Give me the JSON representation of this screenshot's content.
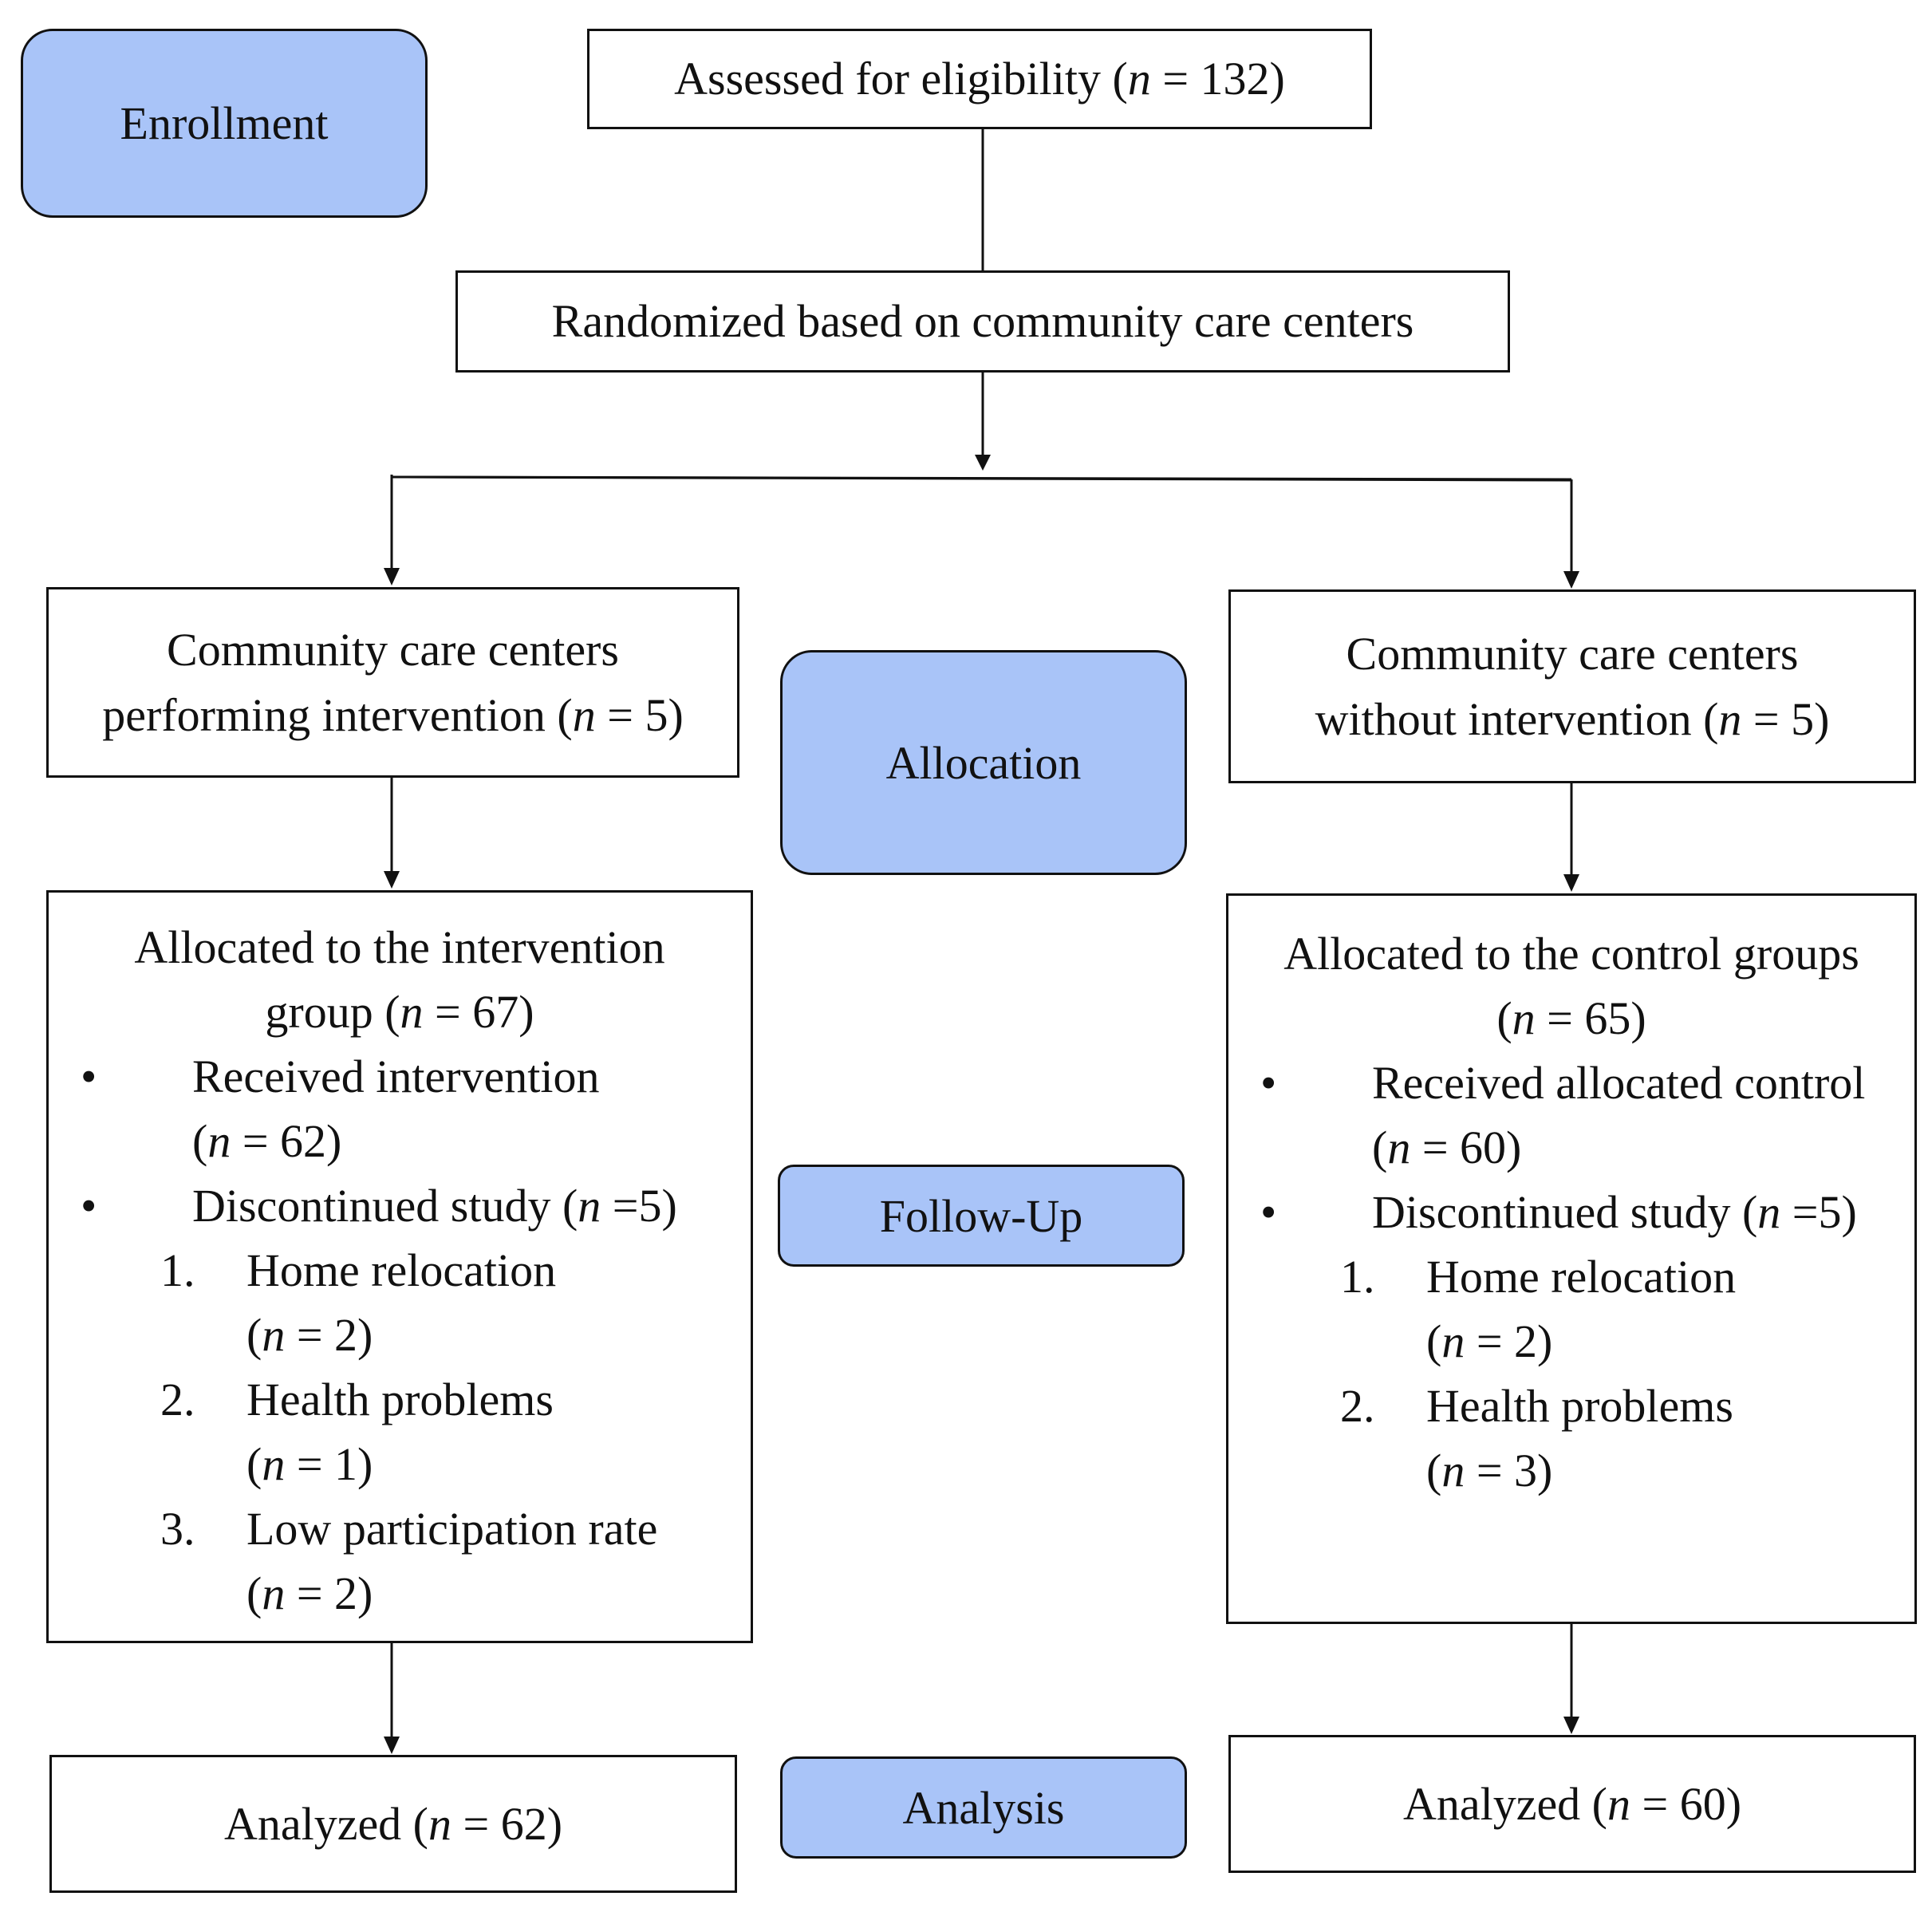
{
  "stages": {
    "enrollment": "Enrollment",
    "allocation": "Allocation",
    "followup": "Follow-Up",
    "analysis": "Analysis"
  },
  "assessed": {
    "text": "Assessed for eligibility (",
    "n": "n",
    "rest": " = 132)"
  },
  "randomized": {
    "text": "Randomized based on community care centers"
  },
  "left": {
    "centers": {
      "line1": "Community care centers",
      "line2": "performing intervention (",
      "n": "n",
      "rest": " = 5)"
    },
    "allocated": {
      "line1": "Allocated to the intervention",
      "line2a": "group (",
      "n": "n",
      "line2b": " = 67)",
      "bullet1": "Received intervention",
      "bullet1_sub": " = 62)",
      "bullet2a": "Discontinued study (",
      "bullet2b": " =5)",
      "reasons": [
        {
          "num": "1.",
          "label": "Home relocation",
          "count": " = 2)"
        },
        {
          "num": "2.",
          "label": "Health problems",
          "count": " = 1)"
        },
        {
          "num": "3.",
          "label": "Low participation rate",
          "count": " = 2)"
        }
      ]
    },
    "analyzed": {
      "text": "Analyzed (",
      "rest": " = 62)"
    }
  },
  "right": {
    "centers": {
      "line1": "Community care centers",
      "line2": "without intervention (",
      "n": "n",
      "rest": " = 5)"
    },
    "allocated": {
      "line1": "Allocated to the control groups",
      "line2b": " = 65)",
      "bullet1": "Received allocated control",
      "bullet1_sub": " = 60)",
      "bullet2a": "Discontinued study (",
      "bullet2b": " =5)",
      "reasons": [
        {
          "num": "1.",
          "label": "Home relocation",
          "count": " = 2)"
        },
        {
          "num": "2.",
          "label": "Health problems",
          "count": " = 3)"
        }
      ]
    },
    "analyzed": {
      "text": "Analyzed (",
      "rest": " = 60)"
    }
  },
  "symbols": {
    "n": "n",
    "open": "(",
    "bullet": "•"
  }
}
